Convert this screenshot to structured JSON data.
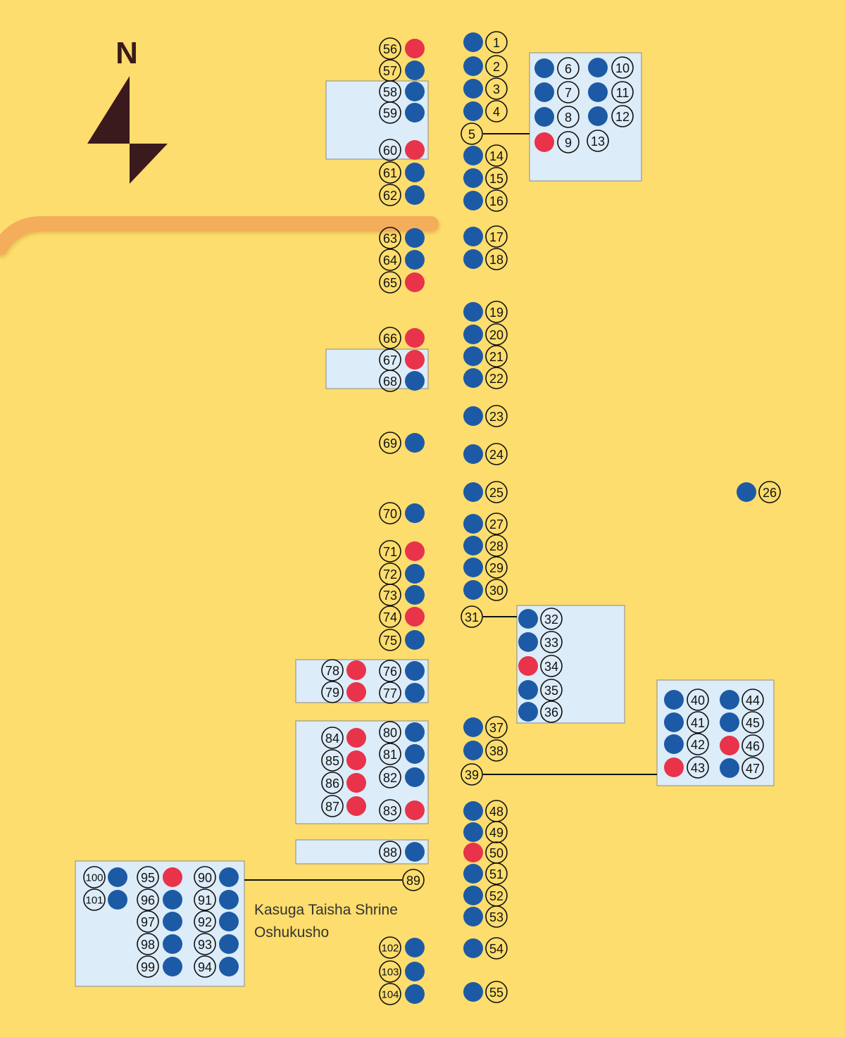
{
  "compass": {
    "label": "N"
  },
  "legend_colors": {
    "blue": "#1d5aa6",
    "red": "#e8334a"
  },
  "shrine": {
    "line1": "Kasuga Taisha Shrine",
    "line2": "Oshukusho"
  },
  "markers": [
    {
      "n": "1",
      "color": "blue"
    },
    {
      "n": "2",
      "color": "blue"
    },
    {
      "n": "3",
      "color": "blue"
    },
    {
      "n": "4",
      "color": "blue"
    },
    {
      "n": "5",
      "color": "none"
    },
    {
      "n": "6",
      "color": "blue"
    },
    {
      "n": "7",
      "color": "blue"
    },
    {
      "n": "8",
      "color": "blue"
    },
    {
      "n": "9",
      "color": "red"
    },
    {
      "n": "10",
      "color": "blue"
    },
    {
      "n": "11",
      "color": "blue"
    },
    {
      "n": "12",
      "color": "blue"
    },
    {
      "n": "13",
      "color": "none"
    },
    {
      "n": "14",
      "color": "blue"
    },
    {
      "n": "15",
      "color": "blue"
    },
    {
      "n": "16",
      "color": "blue"
    },
    {
      "n": "17",
      "color": "blue"
    },
    {
      "n": "18",
      "color": "blue"
    },
    {
      "n": "19",
      "color": "blue"
    },
    {
      "n": "20",
      "color": "blue"
    },
    {
      "n": "21",
      "color": "blue"
    },
    {
      "n": "22",
      "color": "blue"
    },
    {
      "n": "23",
      "color": "blue"
    },
    {
      "n": "24",
      "color": "blue"
    },
    {
      "n": "25",
      "color": "blue"
    },
    {
      "n": "26",
      "color": "blue"
    },
    {
      "n": "27",
      "color": "blue"
    },
    {
      "n": "28",
      "color": "blue"
    },
    {
      "n": "29",
      "color": "blue"
    },
    {
      "n": "30",
      "color": "blue"
    },
    {
      "n": "31",
      "color": "none"
    },
    {
      "n": "32",
      "color": "blue"
    },
    {
      "n": "33",
      "color": "blue"
    },
    {
      "n": "34",
      "color": "red"
    },
    {
      "n": "35",
      "color": "blue"
    },
    {
      "n": "36",
      "color": "blue"
    },
    {
      "n": "37",
      "color": "blue"
    },
    {
      "n": "38",
      "color": "blue"
    },
    {
      "n": "39",
      "color": "none"
    },
    {
      "n": "40",
      "color": "blue"
    },
    {
      "n": "41",
      "color": "blue"
    },
    {
      "n": "42",
      "color": "blue"
    },
    {
      "n": "43",
      "color": "red"
    },
    {
      "n": "44",
      "color": "blue"
    },
    {
      "n": "45",
      "color": "blue"
    },
    {
      "n": "46",
      "color": "red"
    },
    {
      "n": "47",
      "color": "blue"
    },
    {
      "n": "48",
      "color": "blue"
    },
    {
      "n": "49",
      "color": "blue"
    },
    {
      "n": "50",
      "color": "red"
    },
    {
      "n": "51",
      "color": "blue"
    },
    {
      "n": "52",
      "color": "blue"
    },
    {
      "n": "53",
      "color": "blue"
    },
    {
      "n": "54",
      "color": "blue"
    },
    {
      "n": "55",
      "color": "blue"
    },
    {
      "n": "56",
      "color": "red"
    },
    {
      "n": "57",
      "color": "blue"
    },
    {
      "n": "58",
      "color": "blue"
    },
    {
      "n": "59",
      "color": "blue"
    },
    {
      "n": "60",
      "color": "red"
    },
    {
      "n": "61",
      "color": "blue"
    },
    {
      "n": "62",
      "color": "blue"
    },
    {
      "n": "63",
      "color": "blue"
    },
    {
      "n": "64",
      "color": "blue"
    },
    {
      "n": "65",
      "color": "red"
    },
    {
      "n": "66",
      "color": "red"
    },
    {
      "n": "67",
      "color": "red"
    },
    {
      "n": "68",
      "color": "blue"
    },
    {
      "n": "69",
      "color": "blue"
    },
    {
      "n": "70",
      "color": "blue"
    },
    {
      "n": "71",
      "color": "red"
    },
    {
      "n": "72",
      "color": "blue"
    },
    {
      "n": "73",
      "color": "blue"
    },
    {
      "n": "74",
      "color": "red"
    },
    {
      "n": "75",
      "color": "blue"
    },
    {
      "n": "76",
      "color": "blue"
    },
    {
      "n": "77",
      "color": "blue"
    },
    {
      "n": "78",
      "color": "red"
    },
    {
      "n": "79",
      "color": "red"
    },
    {
      "n": "80",
      "color": "blue"
    },
    {
      "n": "81",
      "color": "blue"
    },
    {
      "n": "82",
      "color": "blue"
    },
    {
      "n": "83",
      "color": "red"
    },
    {
      "n": "84",
      "color": "red"
    },
    {
      "n": "85",
      "color": "red"
    },
    {
      "n": "86",
      "color": "red"
    },
    {
      "n": "87",
      "color": "red"
    },
    {
      "n": "88",
      "color": "blue"
    },
    {
      "n": "89",
      "color": "none"
    },
    {
      "n": "90",
      "color": "blue"
    },
    {
      "n": "91",
      "color": "blue"
    },
    {
      "n": "92",
      "color": "blue"
    },
    {
      "n": "93",
      "color": "blue"
    },
    {
      "n": "94",
      "color": "blue"
    },
    {
      "n": "95",
      "color": "red"
    },
    {
      "n": "96",
      "color": "blue"
    },
    {
      "n": "97",
      "color": "blue"
    },
    {
      "n": "98",
      "color": "blue"
    },
    {
      "n": "99",
      "color": "blue"
    },
    {
      "n": "100",
      "color": "blue"
    },
    {
      "n": "101",
      "color": "blue"
    },
    {
      "n": "102",
      "color": "blue"
    },
    {
      "n": "103",
      "color": "blue"
    },
    {
      "n": "104",
      "color": "blue"
    }
  ]
}
